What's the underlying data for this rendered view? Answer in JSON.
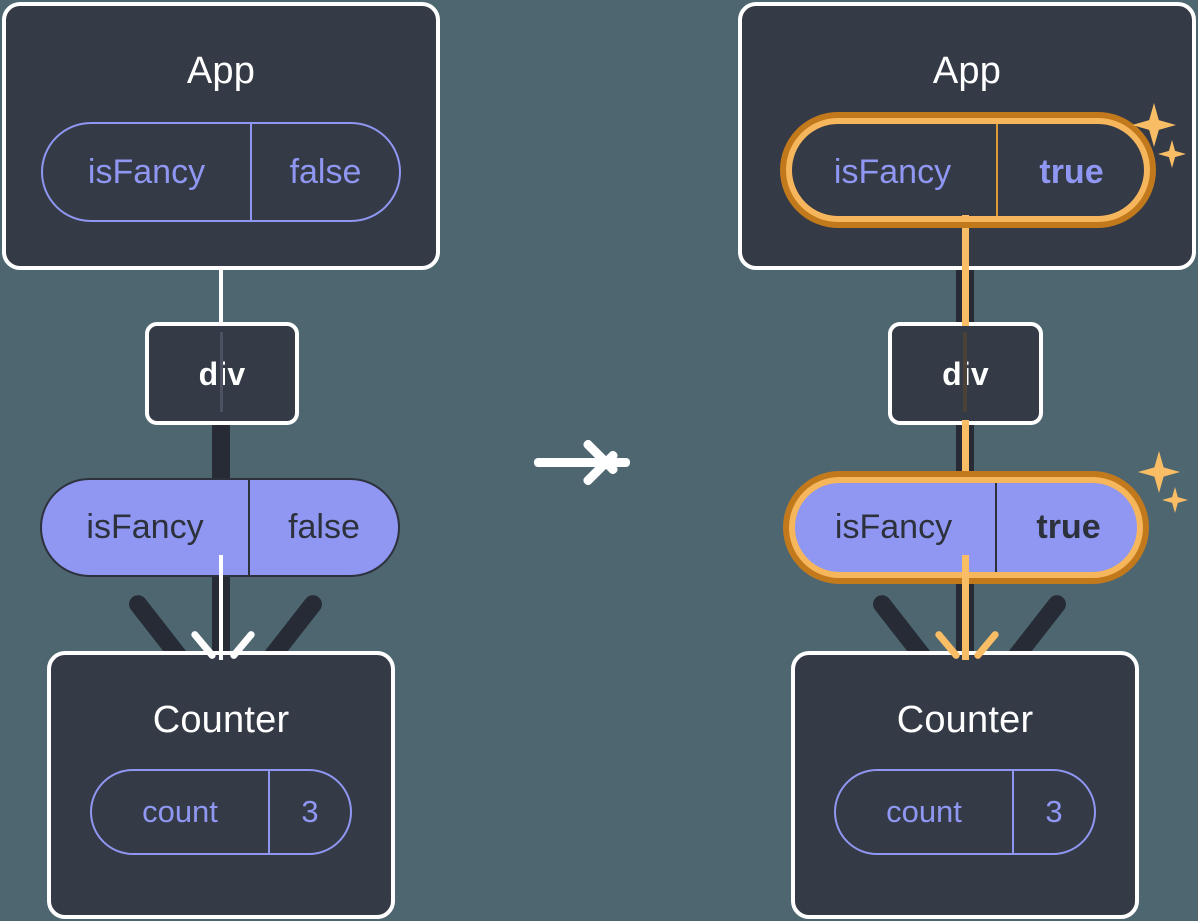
{
  "background_color": "#4d6670",
  "accent_colors": {
    "panel": "#343a46",
    "panel_border": "#ffffff",
    "pill_purple": "#8f97f2",
    "highlight_outer": "#c2791c",
    "highlight_inner": "#f6b65c",
    "line_orange": "#f9bd66",
    "line_dark": "#262b36",
    "text_dark": "#2c313c"
  },
  "before": {
    "app": {
      "title": "App",
      "state_pill": {
        "name": "isFancy",
        "value": "false",
        "highlighted": false
      }
    },
    "div": {
      "label": "div"
    },
    "prop_pill": {
      "name": "isFancy",
      "value": "false",
      "highlighted": false
    },
    "counter": {
      "title": "Counter",
      "state_pill": {
        "name": "count",
        "value": "3",
        "highlighted": false
      }
    }
  },
  "transition": {
    "icon": "arrow-right-icon"
  },
  "after": {
    "app": {
      "title": "App",
      "state_pill": {
        "name": "isFancy",
        "value": "true",
        "highlighted": true
      }
    },
    "div": {
      "label": "div"
    },
    "prop_pill": {
      "name": "isFancy",
      "value": "true",
      "highlighted": true
    },
    "counter": {
      "title": "Counter",
      "state_pill": {
        "name": "count",
        "value": "3",
        "highlighted": false
      }
    }
  },
  "sparkles": {
    "icon": "sparkle-icon",
    "count_per_group": 2
  }
}
